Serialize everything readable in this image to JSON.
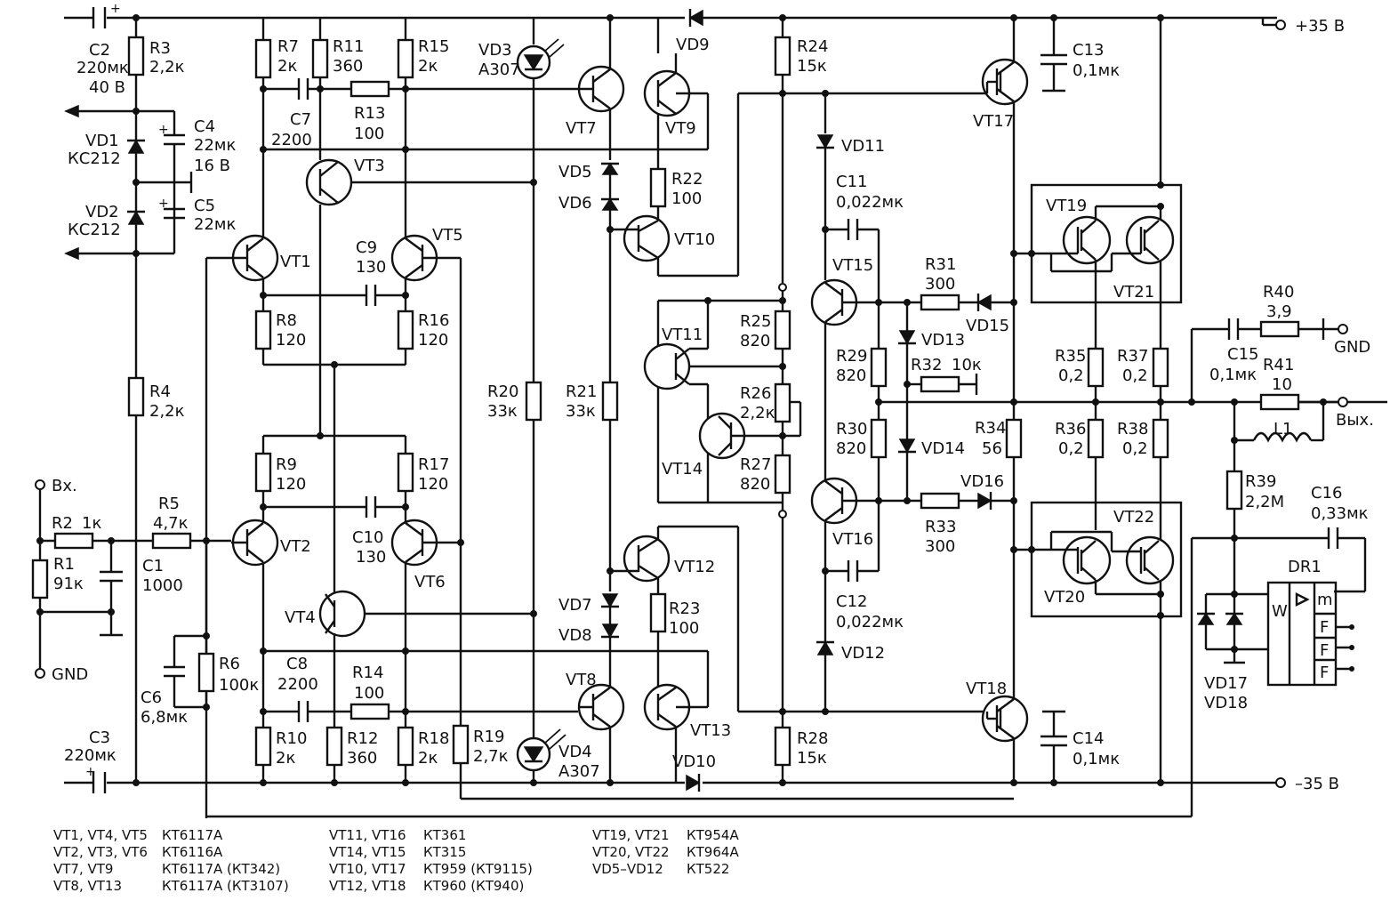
{
  "rails": {
    "plus": "+35 В",
    "minus": "–35 В",
    "gnd": "GND",
    "out": "Вых.",
    "in": "Вх.",
    "in_gnd": "GND"
  },
  "caps": {
    "C1": [
      "C1",
      "1000"
    ],
    "C2": [
      "C2",
      "220мк",
      "40 В"
    ],
    "C3": [
      "C3",
      "220мк"
    ],
    "C4": [
      "C4",
      "22мк",
      "16 В"
    ],
    "C5": [
      "C5",
      "22мк"
    ],
    "C6": [
      "C6",
      "6,8мк"
    ],
    "C7": [
      "C7",
      "2200"
    ],
    "C8": [
      "C8",
      "2200"
    ],
    "C9": [
      "C9",
      "130"
    ],
    "C10": [
      "C10",
      "130"
    ],
    "C11": [
      "C11",
      "0,022мк"
    ],
    "C12": [
      "C12",
      "0,022мк"
    ],
    "C13": [
      "C13",
      "0,1мк"
    ],
    "C14": [
      "C14",
      "0,1мк"
    ],
    "C15": [
      "C15",
      "0,1мк"
    ],
    "C16": [
      "C16",
      "0,33мк"
    ]
  },
  "resistors": {
    "R1": [
      "R1",
      "91к"
    ],
    "R2": [
      "R2",
      "1к"
    ],
    "R3": [
      "R3",
      "2,2к"
    ],
    "R4": [
      "R4",
      "2,2к"
    ],
    "R5": [
      "R5",
      "4,7к"
    ],
    "R6": [
      "R6",
      "100к"
    ],
    "R7": [
      "R7",
      "2к"
    ],
    "R8": [
      "R8",
      "120"
    ],
    "R9": [
      "R9",
      "120"
    ],
    "R10": [
      "R10",
      "2к"
    ],
    "R11": [
      "R11",
      "360"
    ],
    "R12": [
      "R12",
      "360"
    ],
    "R13": [
      "R13",
      "100"
    ],
    "R14": [
      "R14",
      "100"
    ],
    "R15": [
      "R15",
      "2к"
    ],
    "R16": [
      "R16",
      "120"
    ],
    "R17": [
      "R17",
      "120"
    ],
    "R18": [
      "R18",
      "2к"
    ],
    "R19": [
      "R19",
      "2,7к"
    ],
    "R20": [
      "R20",
      "33к"
    ],
    "R21": [
      "R21",
      "33к"
    ],
    "R22": [
      "R22",
      "100"
    ],
    "R23": [
      "R23",
      "100"
    ],
    "R24": [
      "R24",
      "15к"
    ],
    "R25": [
      "R25",
      "820"
    ],
    "R26": [
      "R26",
      "2,2к"
    ],
    "R27": [
      "R27",
      "820"
    ],
    "R28": [
      "R28",
      "15к"
    ],
    "R29": [
      "R29",
      "820"
    ],
    "R30": [
      "R30",
      "820"
    ],
    "R31": [
      "R31",
      "300"
    ],
    "R32": [
      "R32",
      "10к"
    ],
    "R33": [
      "R33",
      "300"
    ],
    "R34": [
      "R34",
      "56"
    ],
    "R35": [
      "R35",
      "0,2"
    ],
    "R36": [
      "R36",
      "0,2"
    ],
    "R37": [
      "R37",
      "0,2"
    ],
    "R38": [
      "R38",
      "0,2"
    ],
    "R39": [
      "R39",
      "2,2М"
    ],
    "R40": [
      "R40",
      "3,9"
    ],
    "R41": [
      "R41",
      "10"
    ]
  },
  "diodes": {
    "VD1": [
      "VD1",
      "КС212"
    ],
    "VD2": [
      "VD2",
      "КС212"
    ],
    "VD3": [
      "VD3",
      "А307"
    ],
    "VD4": [
      "VD4",
      "А307"
    ],
    "VD5": "VD5",
    "VD6": "VD6",
    "VD7": "VD7",
    "VD8": "VD8",
    "VD9": "VD9",
    "VD10": "VD10",
    "VD11": "VD11",
    "VD12": "VD12",
    "VD13": "VD13",
    "VD14": "VD14",
    "VD15": "VD15",
    "VD16": "VD16",
    "VD17": "VD17",
    "VD18": "VD18"
  },
  "transistors": {
    "VT1": "VT1",
    "VT2": "VT2",
    "VT3": "VT3",
    "VT4": "VT4",
    "VT5": "VT5",
    "VT6": "VT6",
    "VT7": "VT7",
    "VT8": "VT8",
    "VT9": "VT9",
    "VT10": "VT10",
    "VT11": "VT11",
    "VT12": "VT12",
    "VT13": "VT13",
    "VT14": "VT14",
    "VT15": "VT15",
    "VT16": "VT16",
    "VT17": "VT17",
    "VT18": "VT18",
    "VT19": "VT19",
    "VT20": "VT20",
    "VT21": "VT21",
    "VT22": "VT22"
  },
  "misc": {
    "L1": "L1",
    "DR1": "DR1",
    "dr_w": "W",
    "dr_m": "m",
    "dr_f": "F"
  },
  "legend": [
    {
      "parts": "VT1, VT4, VT5",
      "type": "КТ6117А"
    },
    {
      "parts": "VT2, VT3, VT6",
      "type": "КТ6116А"
    },
    {
      "parts": "VT7, VT9",
      "type": "КТ6117А (КТ342)"
    },
    {
      "parts": "VT8, VT13",
      "type": "КТ6117А (КТ3107)"
    },
    {
      "parts": "VT11, VT16",
      "type": "КТ361"
    },
    {
      "parts": "VT14, VT15",
      "type": "КТ315"
    },
    {
      "parts": "VT10, VT17",
      "type": "КТ959 (КТ9115)"
    },
    {
      "parts": "VT12, VT18",
      "type": "КТ960 (КТ940)"
    },
    {
      "parts": "VT19, VT21",
      "type": "КТ954А"
    },
    {
      "parts": "VT20, VT22",
      "type": "КТ964А"
    },
    {
      "parts": "VD5–VD12",
      "type": "КТ522"
    }
  ]
}
